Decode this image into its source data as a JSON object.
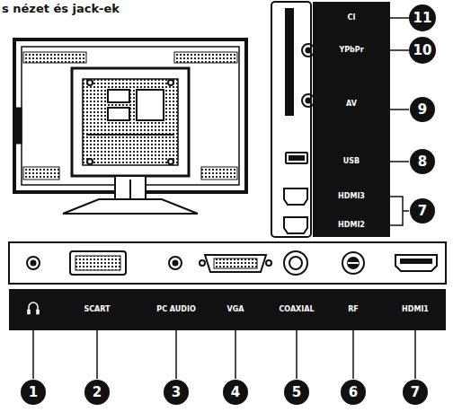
{
  "diagram": {
    "nodes": [
      {
        "text": [
          "11"
        ]
      },
      {
        "text": [
          "10"
        ]
      },
      {
        "text": [
          "9"
        ]
      },
      {
        "text": [
          "8"
        ]
      },
      {
        "text": [
          "7"
        ]
      },
      {
        "text": [
          "1"
        ]
      },
      {
        "text": [
          "2"
        ]
      },
      {
        "text": [
          "3"
        ]
      },
      {
        "text": [
          "4"
        ]
      },
      {
        "text": [
          "5"
        ]
      },
      {
        "text": [
          "6"
        ]
      },
      {
        "text": [
          "7"
        ]
      }
    ],
    "labels": [
      "s nézet és jack-ek",
      "CI",
      "YPbPr",
      "AV",
      "USB",
      "HDMI3",
      "HDMI2",
      "SCART",
      "PC AUDIO",
      "VGA",
      "COAXIAL",
      "RF",
      "HDMI1"
    ]
  }
}
